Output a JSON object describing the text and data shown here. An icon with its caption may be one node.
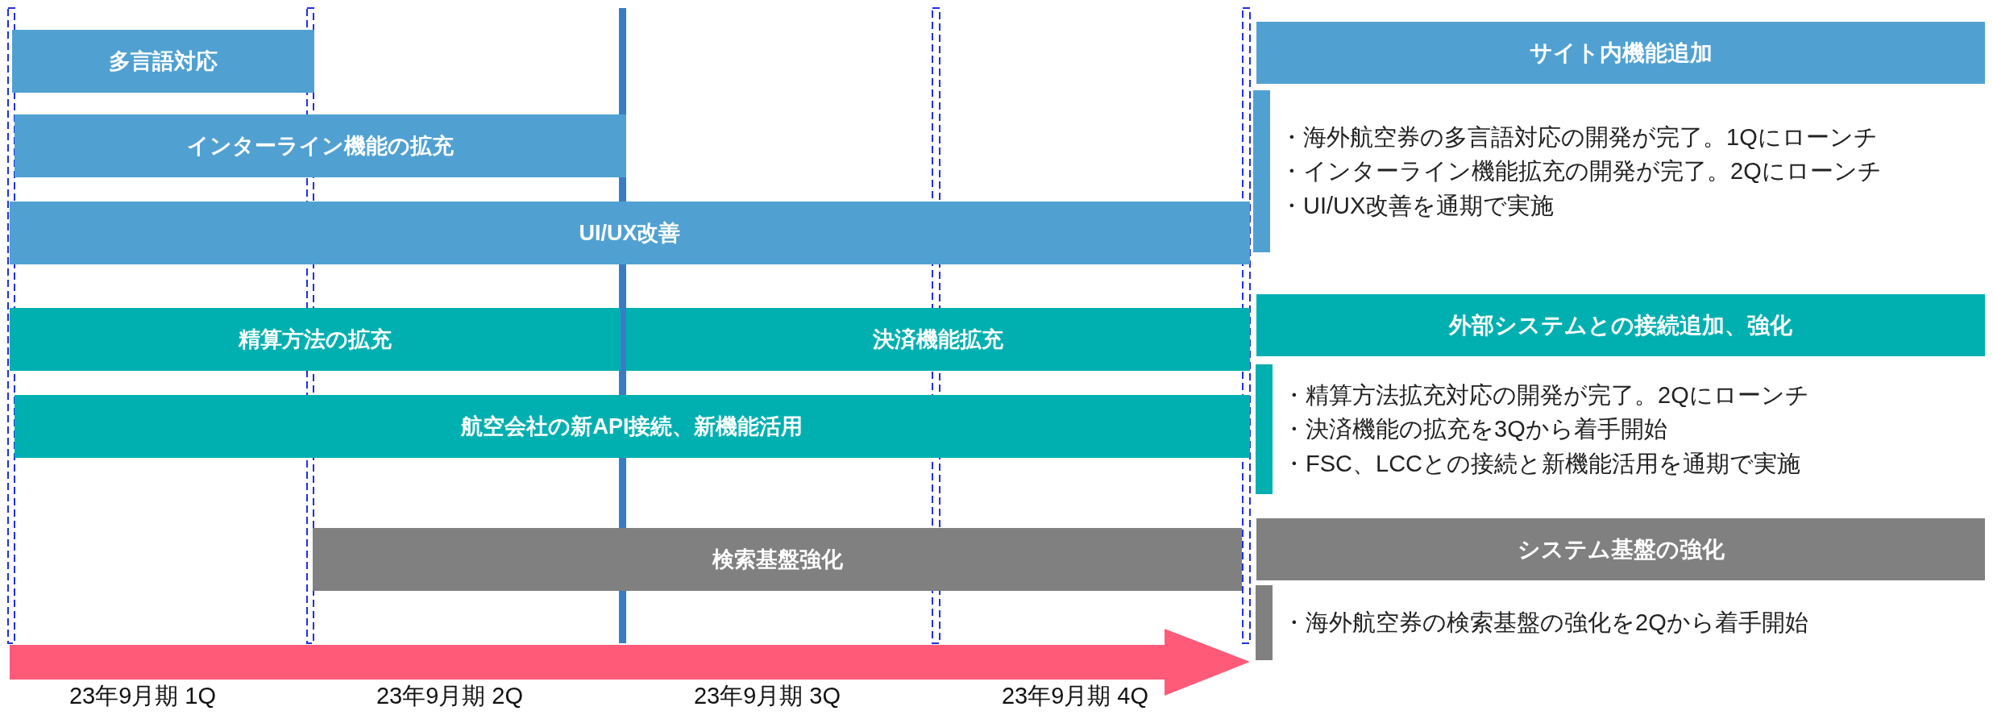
{
  "diagram": {
    "nodes": [
      {
        "text": [
          "多言語対応"
        ]
      },
      {
        "text": [
          "インターライン機能の拡充"
        ]
      },
      {
        "text": [
          "UI/UX改善"
        ]
      },
      {
        "text": [
          "精算方法の拡充"
        ]
      },
      {
        "text": [
          "決済機能拡充"
        ]
      },
      {
        "text": [
          "航空会社の新API接続、新機能活用"
        ]
      },
      {
        "text": [
          "検索基盤強化"
        ]
      },
      {
        "text": [
          "サイト内機能追加"
        ]
      },
      {
        "text": [
          "・海外航空券の多言語対応の開発が完了。1Qにローンチ",
          "・インターライン機能拡充の開発が完了。2Qにローンチ",
          "・UI/UX改善を通期で実施"
        ]
      },
      {
        "text": [
          "外部システムとの接続追加、強化"
        ]
      },
      {
        "text": [
          "・精算方法拡充対応の開発が完了。2Qにローンチ",
          "・決済機能の拡充を3Qから着手開始",
          "・FSC、LCCとの接続と新機能活用を通期で実施"
        ]
      },
      {
        "text": [
          "システム基盤の強化"
        ]
      },
      {
        "text": [
          "・海外航空券の検索基盤の強化を2Qから着手開始"
        ]
      }
    ],
    "labels": [
      "23年9月期 1Q",
      "23年9月期 2Q",
      "23年9月期 3Q",
      "23年9月期 4Q"
    ]
  }
}
